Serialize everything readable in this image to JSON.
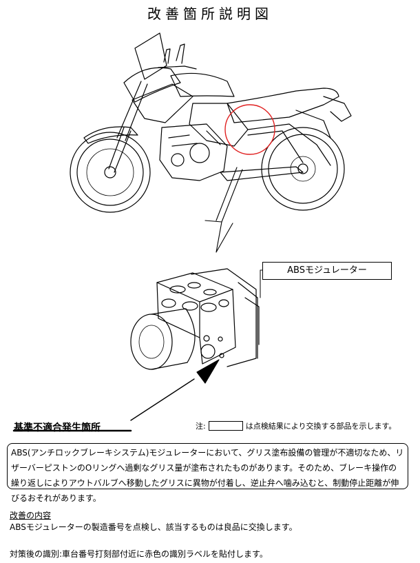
{
  "title": "改善箇所説明図",
  "illustration": {
    "motorcycle_icon": "motorcycle-line-drawing",
    "abs_unit_icon": "abs-modulator-drawing",
    "highlight_color": "#e02020"
  },
  "abs_label": "ABSモジュレーター",
  "defect_location_label": "基準不適合発生箇所",
  "note": {
    "prefix": "注:",
    "suffix": "は点検結果により交換する部品を示します。"
  },
  "description": "ABS(アンチロックブレーキシステム)モジュレーターにおいて、グリス塗布設備の管理が不適切なため、リザーバーピストンのOリングへ過剰なグリス量が塗布されたものがあります。そのため、ブレーキ操作の繰り返しによりアウトバルブへ移動したグリスに異物が付着し、逆止弁へ噛み込むと、制動停止距離が伸びるおそれがあります。",
  "improvement": {
    "heading": "改善の内容",
    "text": "ABSモジュレーターの製造番号を点検し、該当するものは良品に交換します。"
  },
  "after_identification": "対策後の識別:車台番号打刻部付近に赤色の識別ラベルを貼付します。"
}
